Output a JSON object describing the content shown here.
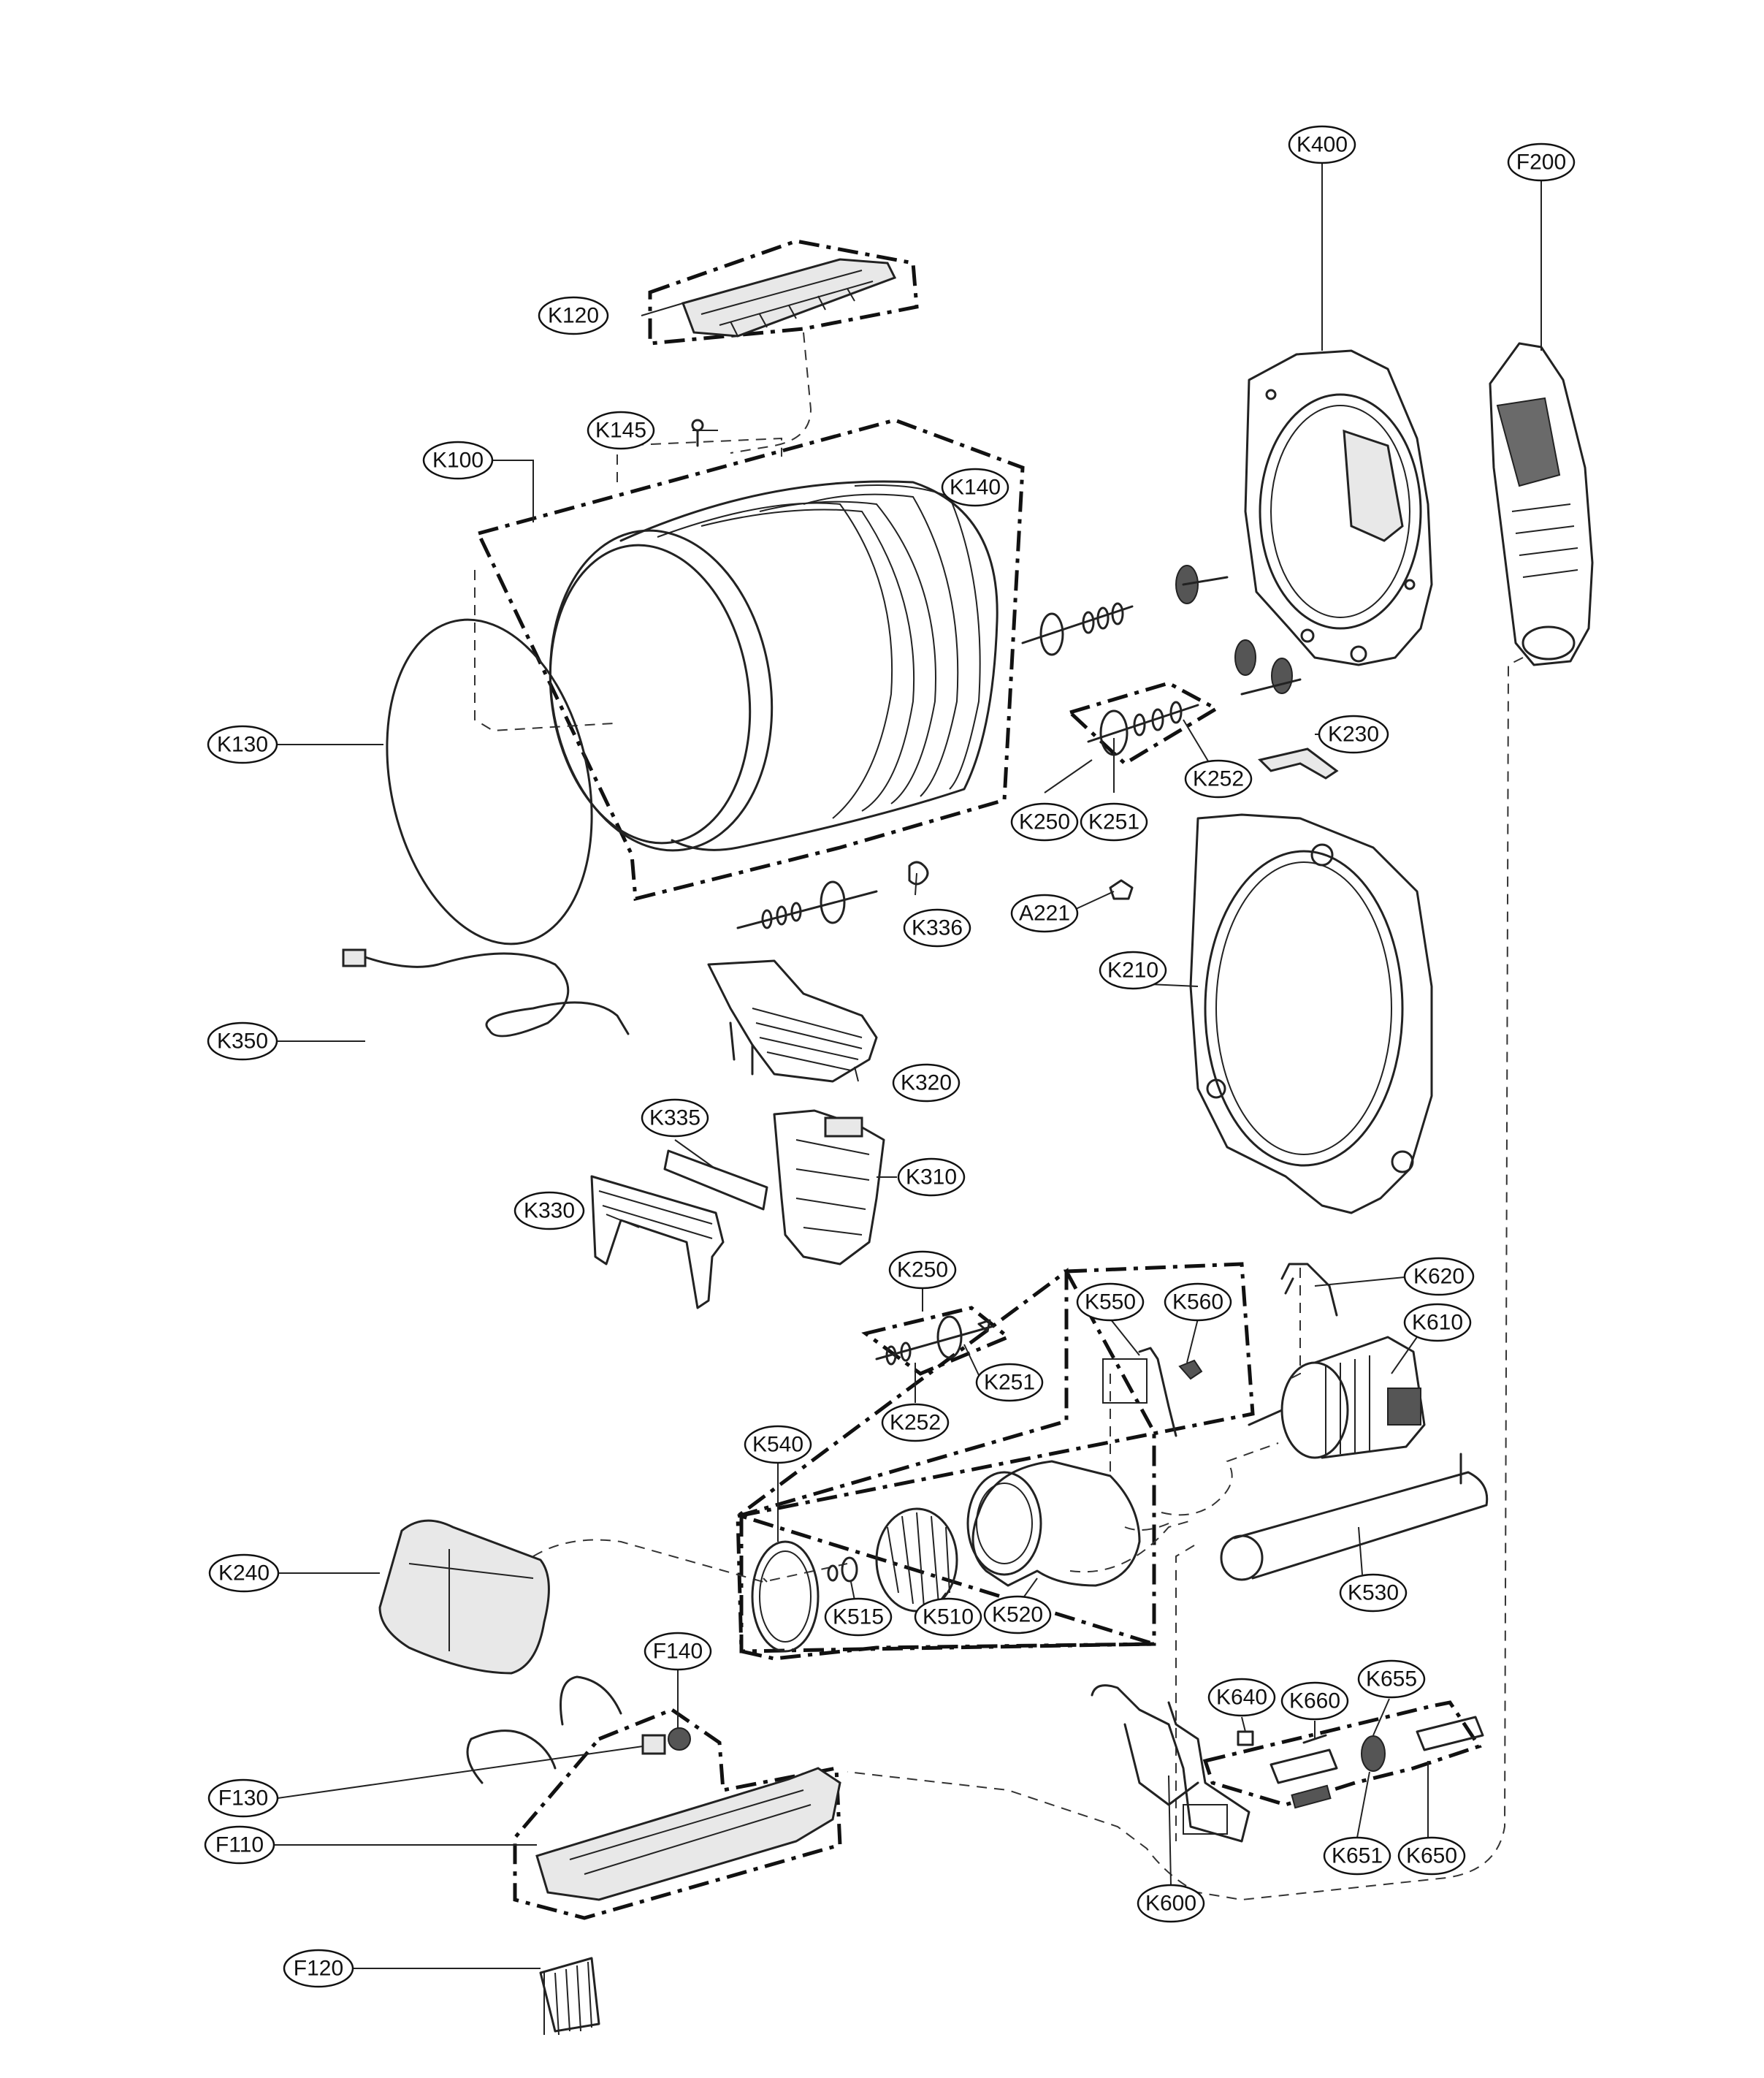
{
  "labels": {
    "K400": "K400",
    "F200": "F200",
    "K120": "K120",
    "K145": "K145",
    "K100": "K100",
    "K140": "K140",
    "K130": "K130",
    "K230": "K230",
    "K252_top": "K252",
    "K250_top": "K250",
    "K251_top": "K251",
    "K336": "K336",
    "A221": "A221",
    "K210": "K210",
    "K350": "K350",
    "K320": "K320",
    "K335": "K335",
    "K310": "K310",
    "K330": "K330",
    "K250_mid": "K250",
    "K251_mid": "K251",
    "K252_mid": "K252",
    "K620": "K620",
    "K550": "K550",
    "K560": "K560",
    "K610": "K610",
    "K540": "K540",
    "K515": "K515",
    "K510": "K510",
    "K520": "K520",
    "K530": "K530",
    "K240": "K240",
    "F140": "F140",
    "F130": "F130",
    "F110": "F110",
    "F120": "F120",
    "K640": "K640",
    "K660": "K660",
    "K655": "K655",
    "K651": "K651",
    "K650": "K650",
    "K600": "K600"
  }
}
